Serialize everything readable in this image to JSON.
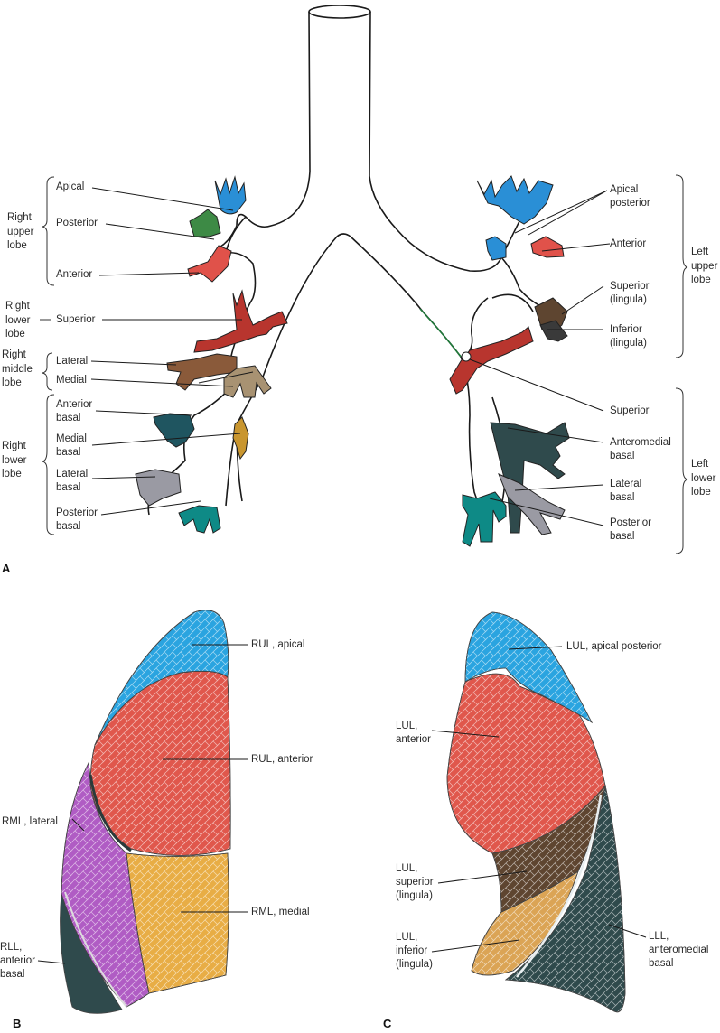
{
  "panels": {
    "a": "A",
    "b": "B",
    "c": "C"
  },
  "colors": {
    "apical": "#2a8fd6",
    "posterior_green": "#3d8a45",
    "anterior_red": "#e0524a",
    "superior_red": "#b8352e",
    "lateral_brown": "#8a5a3a",
    "medial_tan": "#a89272",
    "anterior_basal_teal": "#1f5560",
    "medial_basal_gold": "#c9962f",
    "lateral_basal_gray": "#9a9aa3",
    "posterior_basal_teal": "#0e8a86",
    "rml_lateral_purple": "#b05cc4",
    "rml_medial_yellow": "#e8ad45",
    "lingula_superior_brown": "#5e4530",
    "lll_dark": "#2f4a4c"
  },
  "panel_a": {
    "right_groups": {
      "right_upper_lobe": [
        "Right",
        "upper",
        "lobe"
      ],
      "right_lower_lobe_top": [
        "Right",
        "lower",
        "lobe"
      ],
      "right_middle_lobe": [
        "Right",
        "middle",
        "lobe"
      ],
      "right_lower_lobe": [
        "Right",
        "lower",
        "lobe"
      ]
    },
    "right_labels": {
      "apical": "Apical",
      "posterior": "Posterior",
      "anterior": "Anterior",
      "superior": "Superior",
      "lateral": "Lateral",
      "medial": "Medial",
      "anterior_basal": [
        "Anterior",
        "basal"
      ],
      "medial_basal": [
        "Medial",
        "basal"
      ],
      "lateral_basal": [
        "Lateral",
        "basal"
      ],
      "posterior_basal": [
        "Posterior",
        "basal"
      ]
    },
    "left_groups": {
      "left_upper_lobe": [
        "Left",
        "upper",
        "lobe"
      ],
      "left_lower_lobe": [
        "Left",
        "lower",
        "lobe"
      ]
    },
    "left_labels": {
      "apical_posterior": [
        "Apical",
        "posterior"
      ],
      "anterior": "Anterior",
      "superior_lingula": [
        "Superior",
        "(lingula)"
      ],
      "inferior_lingula": [
        "Inferior",
        "(lingula)"
      ],
      "superior": "Superior",
      "anteromedial_basal": [
        "Anteromedial",
        "basal"
      ],
      "lateral_basal": [
        "Lateral",
        "basal"
      ],
      "posterior_basal": [
        "Posterior",
        "basal"
      ]
    }
  },
  "panel_b": {
    "rul_apical": "RUL, apical",
    "rul_anterior": "RUL, anterior",
    "rml_lateral": "RML, lateral",
    "rml_medial": "RML, medial",
    "rll_anterior_basal": [
      "RLL,",
      "anterior",
      "basal"
    ]
  },
  "panel_c": {
    "lul_apical_posterior": "LUL, apical posterior",
    "lul_anterior": [
      "LUL,",
      "anterior"
    ],
    "lul_superior_lingula": [
      "LUL,",
      "superior",
      "(lingula)"
    ],
    "lul_inferior_lingula": [
      "LUL,",
      "inferior",
      "(lingula)"
    ],
    "lll_anteromedial_basal": [
      "LLL,",
      "anteromedial",
      "basal"
    ]
  }
}
